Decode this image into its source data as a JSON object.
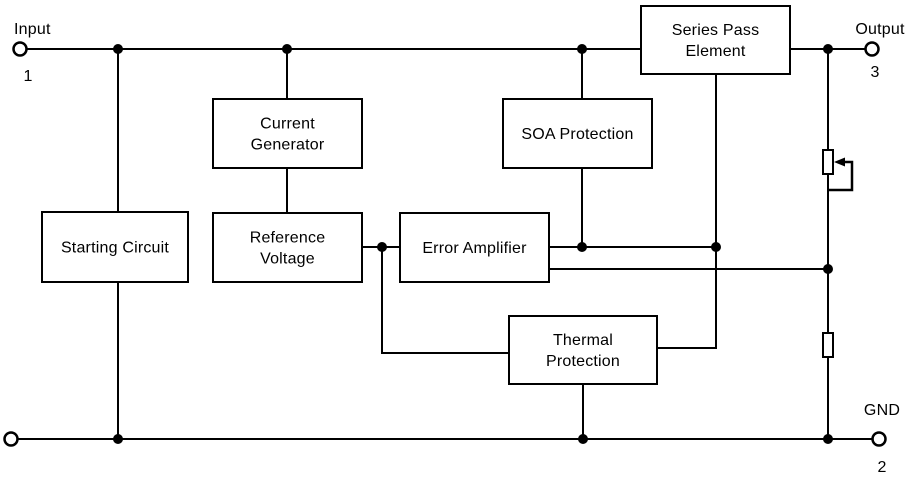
{
  "diagram": {
    "blocks": {
      "series_pass": {
        "line1": "Series Pass",
        "line2": "Element"
      },
      "current_generator": {
        "line1": "Current",
        "line2": "Generator"
      },
      "soa_protection": {
        "line1": "SOA Protection"
      },
      "starting_circuit": {
        "line1": "Starting Circuit"
      },
      "reference_voltage": {
        "line1": "Reference",
        "line2": "Voltage"
      },
      "error_amplifier": {
        "line1": "Error Amplifier"
      },
      "thermal_protection": {
        "line1": "Thermal",
        "line2": "Protection"
      }
    },
    "terminals": {
      "input": {
        "label": "Input",
        "pin": "1"
      },
      "output": {
        "label": "Output",
        "pin": "3"
      },
      "gnd": {
        "label": "GND",
        "pin": "2"
      }
    },
    "colors": {
      "line": "#000000",
      "background": "#ffffff"
    }
  }
}
